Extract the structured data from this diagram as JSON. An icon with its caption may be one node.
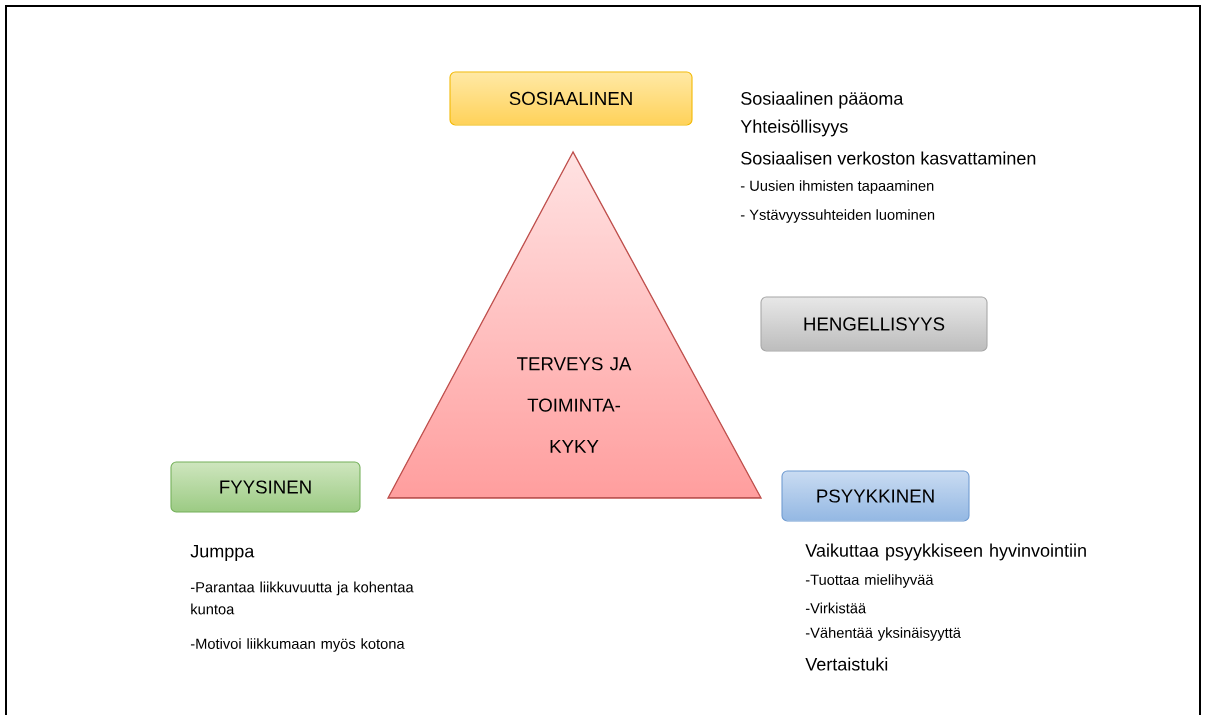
{
  "diagram": {
    "nodes": [
      {
        "text": [
          "SOSIAALINEN"
        ]
      },
      {
        "text": [
          "TERVEYS JA TOIMINTA- KYKY"
        ]
      },
      {
        "text": [
          "HENGELLISYYS"
        ]
      },
      {
        "text": [
          "FYYSINEN"
        ],
        "beside": [
          "Jumppa",
          "-Parantaa liikkuvuutta ja kohentaa kuntoa",
          "-Motivoi liikkumaan myös kotona"
        ]
      },
      {
        "text": [
          "PSYYKKINEN"
        ],
        "beside": [
          "Vaikuttaa psyykkiseen hyvinvointiin",
          "-Tuottaa mielihyvää",
          "-Virkistää",
          "-Vähentää yksinäisyyttä",
          "Vertaistuki"
        ]
      }
    ],
    "labels": [
      "Sosiaalinen pääoma",
      "Yhteisöllisyys",
      "Sosiaalisen verkoston kasvattaminen",
      "- Uusien ihmisten tapaaminen",
      "- Ystävyyssuhteiden luominen"
    ]
  }
}
